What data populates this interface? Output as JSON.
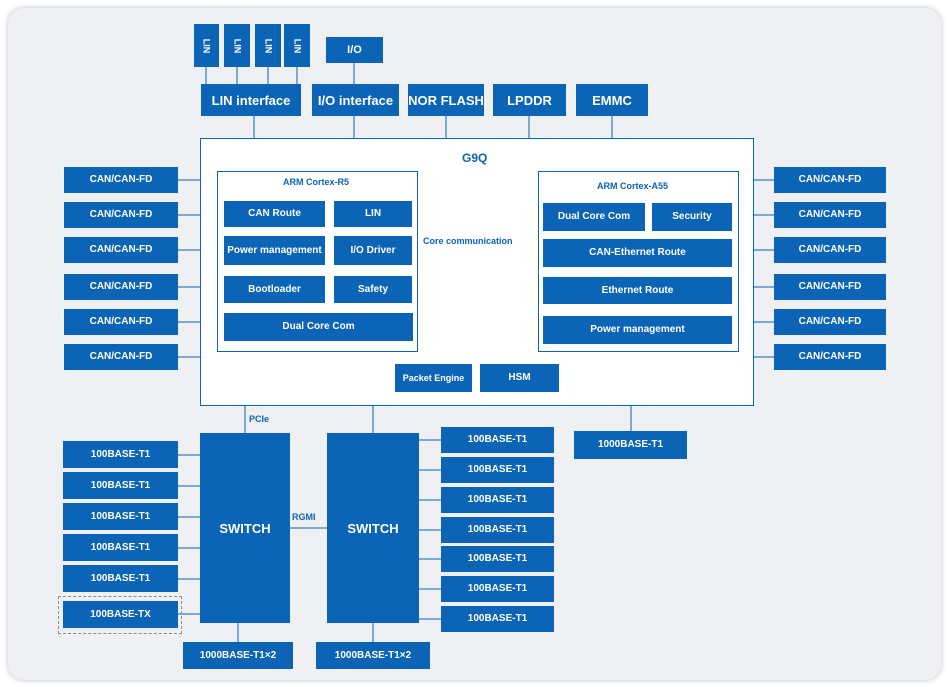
{
  "lin": {
    "chips": [
      "LIN",
      "LIN",
      "LIN",
      "LIN"
    ],
    "interface": "LIN interface"
  },
  "top": {
    "io": "I/O",
    "io_interface": "I/O interface",
    "nor_flash": "NOR FLASH",
    "lpddr": "LPDDR",
    "emmc": "EMMC"
  },
  "soc": {
    "title": "G9Q",
    "core_comm": "Core communication"
  },
  "r5": {
    "title": "ARM Cortex-R5",
    "can_route": "CAN Route",
    "lin": "LIN",
    "power": "Power management",
    "io_driver": "I/O Driver",
    "bootloader": "Bootloader",
    "safety": "Safety",
    "dual_core": "Dual Core Com"
  },
  "a55": {
    "title": "ARM Cortex-A55",
    "dual_core": "Dual Core Com",
    "security": "Security",
    "can_eth": "CAN-Ethernet Route",
    "eth_route": "Ethernet Route",
    "power": "Power management"
  },
  "packet_engine": "Packet Engine",
  "hsm": "HSM",
  "can_left": [
    "CAN/CAN-FD",
    "CAN/CAN-FD",
    "CAN/CAN-FD",
    "CAN/CAN-FD",
    "CAN/CAN-FD",
    "CAN/CAN-FD"
  ],
  "can_right": [
    "CAN/CAN-FD",
    "CAN/CAN-FD",
    "CAN/CAN-FD",
    "CAN/CAN-FD",
    "CAN/CAN-FD",
    "CAN/CAN-FD"
  ],
  "pcie": "PCIe",
  "rgmi": "RGMI",
  "switch_left": "SWITCH",
  "switch_right": "SWITCH",
  "eth_left": [
    "100BASE-T1",
    "100BASE-T1",
    "100BASE-T1",
    "100BASE-T1",
    "100BASE-T1",
    "100BASE-TX"
  ],
  "eth_right": [
    "100BASE-T1",
    "100BASE-T1",
    "100BASE-T1",
    "100BASE-T1",
    "100BASE-T1",
    "100BASE-T1",
    "100BASE-T1"
  ],
  "gig_right": "1000BASE-T1",
  "gig_left_bottom": "1000BASE-T1×2",
  "gig_right_bottom": "1000BASE-T1×2"
}
